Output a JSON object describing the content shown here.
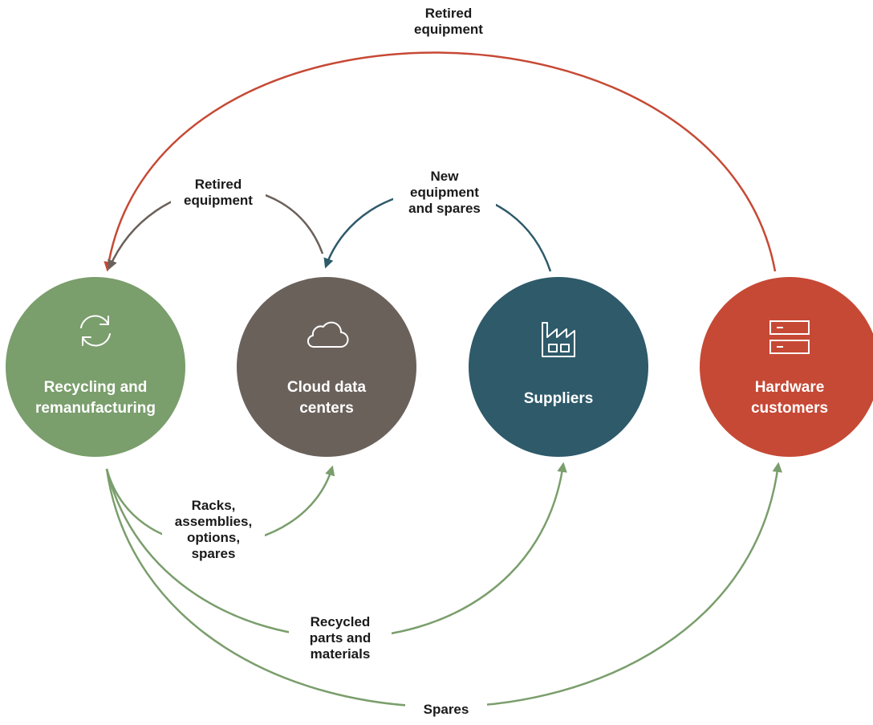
{
  "colors": {
    "recycling": "#7a9e6c",
    "cloud": "#6b615b",
    "suppliers": "#2e5a6a",
    "customers": "#c64935",
    "flow_green": "#7a9e6c",
    "flow_red": "#c64935",
    "flow_gray": "#6b615b",
    "flow_teal": "#2e5a6a"
  },
  "nodes": {
    "recycling": {
      "label_lines": [
        "Recycling and",
        "remanufacturing"
      ],
      "icon": "refresh-cycle-icon"
    },
    "cloud": {
      "label_lines": [
        "Cloud data",
        "centers"
      ],
      "icon": "cloud-icon"
    },
    "suppliers": {
      "label_lines": [
        "Suppliers"
      ],
      "icon": "factory-icon"
    },
    "customers": {
      "label_lines": [
        "Hardware",
        "customers"
      ],
      "icon": "server-stack-icon"
    }
  },
  "flows": {
    "customers_to_recycling": {
      "label_lines": [
        "Retired",
        "equipment"
      ]
    },
    "cloud_to_recycling": {
      "label_lines": [
        "Retired",
        "equipment"
      ]
    },
    "suppliers_to_cloud": {
      "label_lines": [
        "New",
        "equipment",
        "and spares"
      ]
    },
    "recycling_to_cloud": {
      "label_lines": [
        "Racks,",
        "assemblies,",
        "options,",
        "spares"
      ]
    },
    "recycling_to_suppliers": {
      "label_lines": [
        "Recycled",
        "parts and",
        "materials"
      ]
    },
    "recycling_to_customers": {
      "label_lines": [
        "Spares"
      ]
    }
  }
}
